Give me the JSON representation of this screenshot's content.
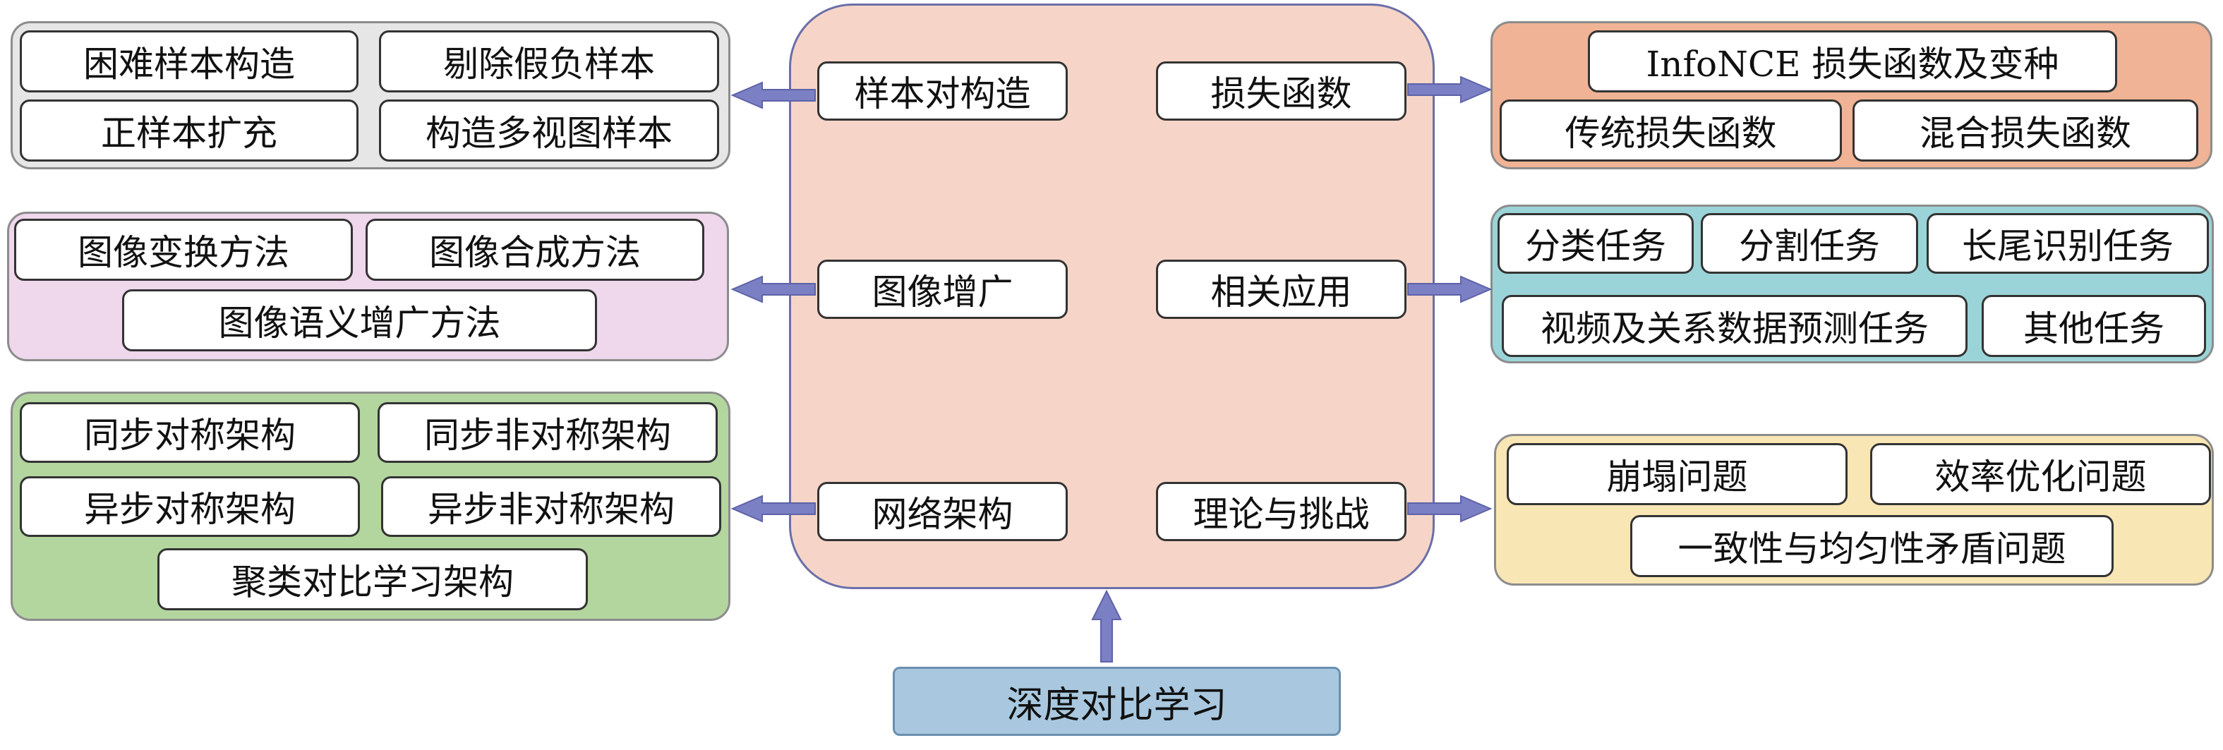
{
  "root": {
    "label": "深度对比学习"
  },
  "center": {
    "left_items": [
      "样本对构造",
      "图像增广",
      "网络架构"
    ],
    "right_items": [
      "损失函数",
      "相关应用",
      "理论与挑战"
    ]
  },
  "groups": {
    "sample_pairs": {
      "color": "#e6e6e6",
      "items": [
        "困难样本构造",
        "剔除假负样本",
        "正样本扩充",
        "构造多视图样本"
      ]
    },
    "augmentation": {
      "color": "#efd7ec",
      "items": [
        "图像变换方法",
        "图像合成方法",
        "图像语义增广方法"
      ]
    },
    "architecture": {
      "color": "#b3d69f",
      "items": [
        "同步对称架构",
        "同步非对称架构",
        "异步对称架构",
        "异步非对称架构",
        "聚类对比学习架构"
      ]
    },
    "loss": {
      "color": "#f0b395",
      "items": [
        "InfoNCE 损失函数及变种",
        "传统损失函数",
        "混合损失函数"
      ]
    },
    "applications": {
      "color": "#9bd4d8",
      "items": [
        "分类任务",
        "分割任务",
        "长尾识别任务",
        "视频及关系数据预测任务",
        "其他任务"
      ]
    },
    "theory": {
      "color": "#f9e6b5",
      "items": [
        "崩塌问题",
        "效率优化问题",
        "一致性与均匀性矛盾问题"
      ]
    }
  },
  "colors": {
    "center_fill": "#f6d5c8",
    "center_border": "#6b6fa8",
    "arrow": "#7b80c4",
    "root_fill": "#a9c8df"
  }
}
